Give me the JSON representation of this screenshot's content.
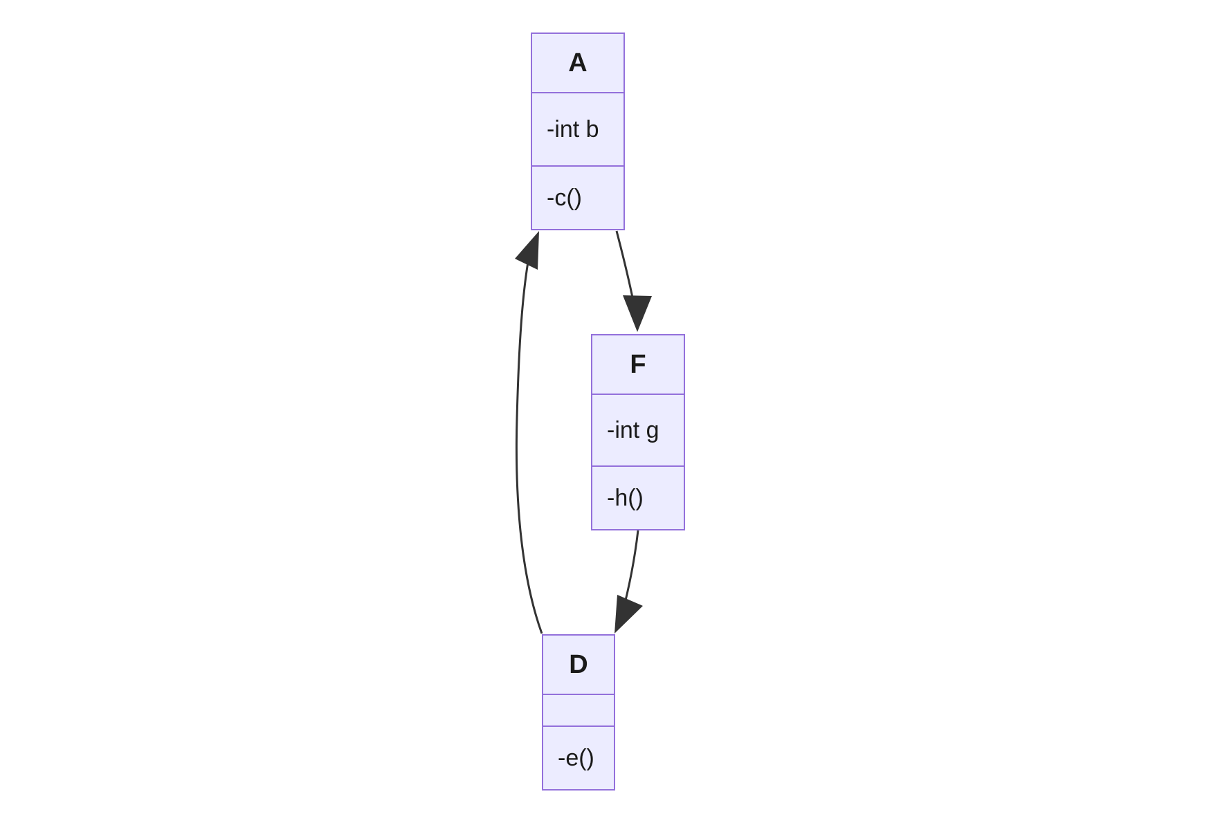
{
  "diagram": {
    "type": "uml-class-diagram",
    "background_color": "#ffffff",
    "node_fill_color": "#ECECFF",
    "node_border_color": "#9370DB",
    "edge_color": "#333333",
    "text_color": "#1a1a1a",
    "classes": [
      {
        "name": "A",
        "attributes": [
          "-int b"
        ],
        "methods": [
          "-c()"
        ]
      },
      {
        "name": "F",
        "attributes": [
          "-int g"
        ],
        "methods": [
          "-h()"
        ]
      },
      {
        "name": "D",
        "attributes": [],
        "methods": [
          "-e()"
        ]
      }
    ],
    "edges": [
      {
        "from": "A",
        "to": "F",
        "arrowhead": "filled-triangle"
      },
      {
        "from": "F",
        "to": "D",
        "arrowhead": "filled-triangle"
      },
      {
        "from": "D",
        "to": "A",
        "arrowhead": "filled-triangle"
      }
    ]
  }
}
